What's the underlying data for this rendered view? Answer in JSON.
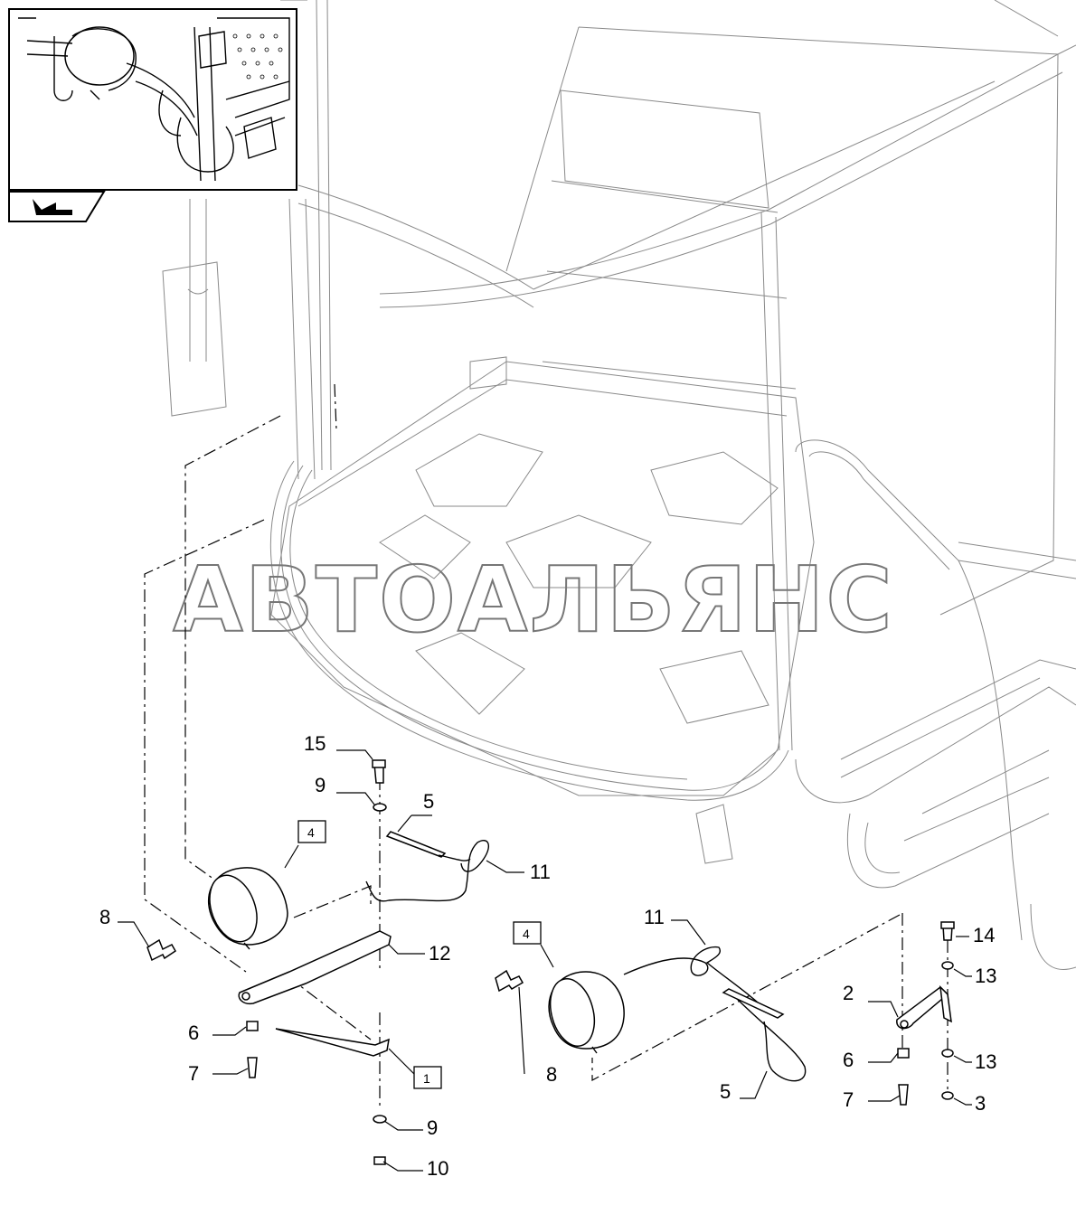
{
  "watermark": "АВТОАЛЬЯНС",
  "callouts": [
    "15",
    "9",
    "5",
    "11",
    "4",
    "8",
    "12",
    "6",
    "7",
    "1",
    "9",
    "10",
    "11",
    "4",
    "8",
    "5",
    "14",
    "13",
    "2",
    "6",
    "13",
    "7",
    "3"
  ],
  "icons": {
    "inset_view": "detail-view-icon",
    "navigation": "arrow-step-icon"
  },
  "colors": {
    "line": "#000000",
    "background_lines": "#8a8a8a",
    "watermark": "#777777"
  }
}
